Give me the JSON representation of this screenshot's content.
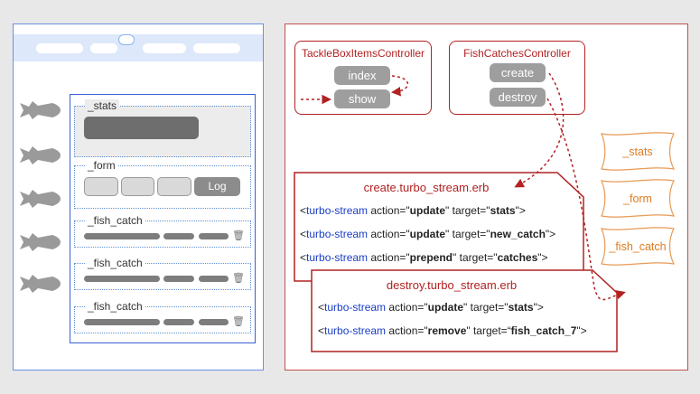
{
  "left": {
    "stats_label": "_stats",
    "form_label": "_form",
    "form_button": "Log",
    "fish_catch_labels": [
      "_fish_catch",
      "_fish_catch",
      "_fish_catch"
    ]
  },
  "right": {
    "controllers": [
      {
        "title": "TackleBoxItemsController",
        "actions": [
          "index",
          "show"
        ]
      },
      {
        "title": "FishCatchesController",
        "actions": [
          "create",
          "destroy"
        ]
      }
    ],
    "create_file": {
      "title": "create.turbo_stream.erb",
      "lines": [
        {
          "tag": "turbo-stream",
          "a1": " action=\"",
          "action": "update",
          "a2": "\" target=\"",
          "target": "stats",
          "end": "\">"
        },
        {
          "tag": "turbo-stream",
          "a1": " action=\"",
          "action": "update",
          "a2": "\" target=\"",
          "target": "new_catch",
          "end": "\">"
        },
        {
          "tag": "turbo-stream",
          "a1": " action=\"",
          "action": "prepend",
          "a2": "\" target=\"",
          "target": "catches",
          "end": "\">"
        }
      ]
    },
    "destroy_file": {
      "title": "destroy.turbo_stream.erb",
      "lines": [
        {
          "tag": "turbo-stream",
          "a1": " action=\"",
          "action": "update",
          "a2": "\" target=\"",
          "target": "stats",
          "end": "\">"
        },
        {
          "tag": "turbo-stream",
          "a1": " action=\"",
          "action": "remove",
          "a2": "\" target=“",
          "target": "fish_catch_7",
          "end": "\">"
        }
      ]
    },
    "partials": [
      "_stats",
      "_form",
      "_fish_catch"
    ]
  },
  "colors": {
    "controller_red": "#b22222",
    "partial_orange": "#e07b20",
    "panel_blue": "#6c8ee6",
    "code_blue": "#1a3dc4"
  }
}
